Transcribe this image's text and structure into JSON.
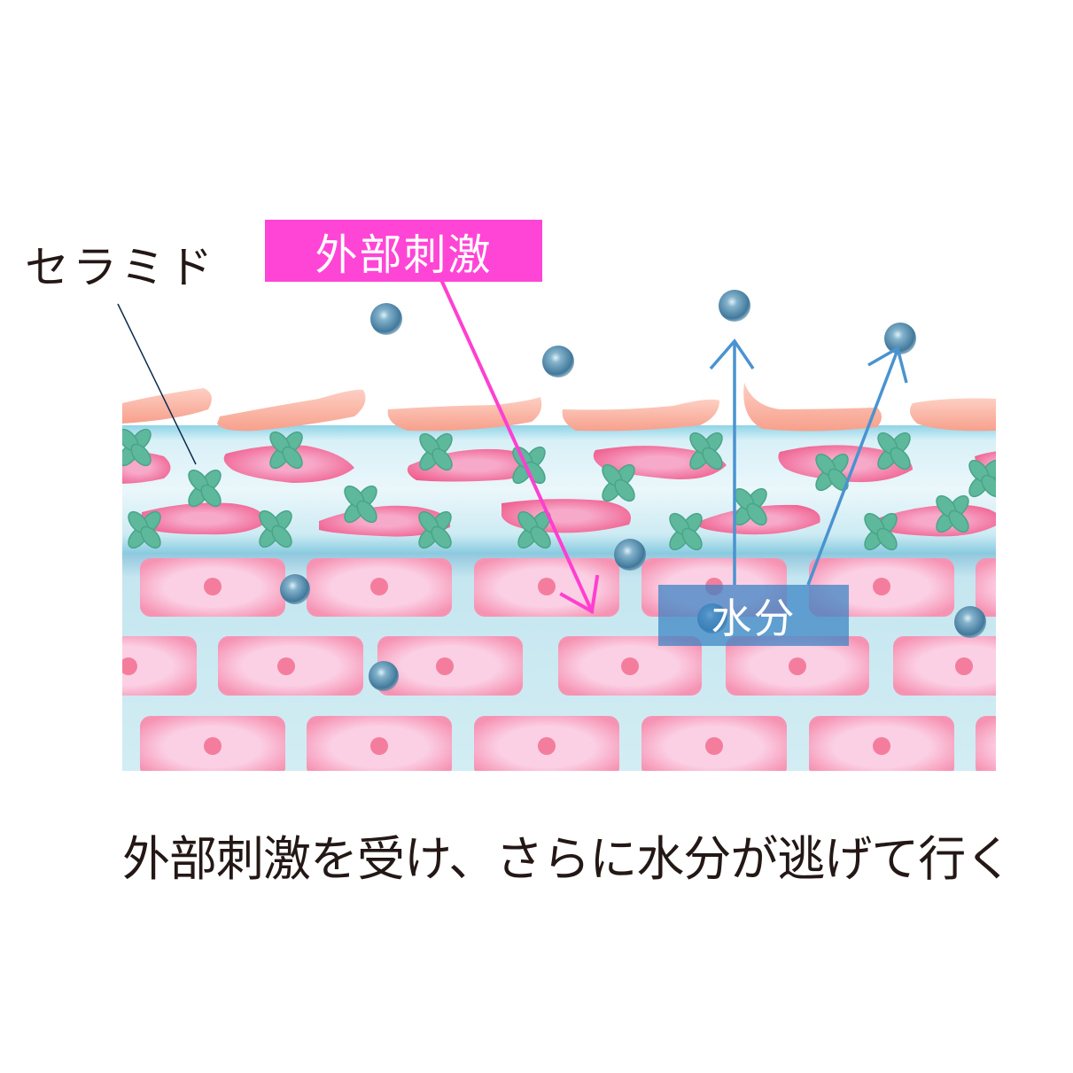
{
  "labels": {
    "ceramide": "セラミド",
    "external_stimulus": "外部刺激",
    "water": "水分"
  },
  "caption": "外部刺激を受け、さらに水分が逃げて行く",
  "colors": {
    "stimulus_box": "#ff45d6",
    "stimulus_arrow": "#ff3fd0",
    "water_box": "#3882c4",
    "water_arrow": "#4a93cf",
    "ceramide_leader": "#0d2a4f",
    "flake": "#f9ad9e",
    "cell": "#f9c6dd",
    "nucleus": "#f47d9e",
    "ceramide_cross": "#5fb79d",
    "water_droplet": "#4f87a8",
    "interstitial": "#cdebf2",
    "text": "#231815"
  },
  "icons": {
    "water_droplet": "sphere",
    "ceramide_molecule": "x-cross",
    "stimulus_arrow": "arrow-down-right",
    "water_arrow": "arrow-up"
  }
}
